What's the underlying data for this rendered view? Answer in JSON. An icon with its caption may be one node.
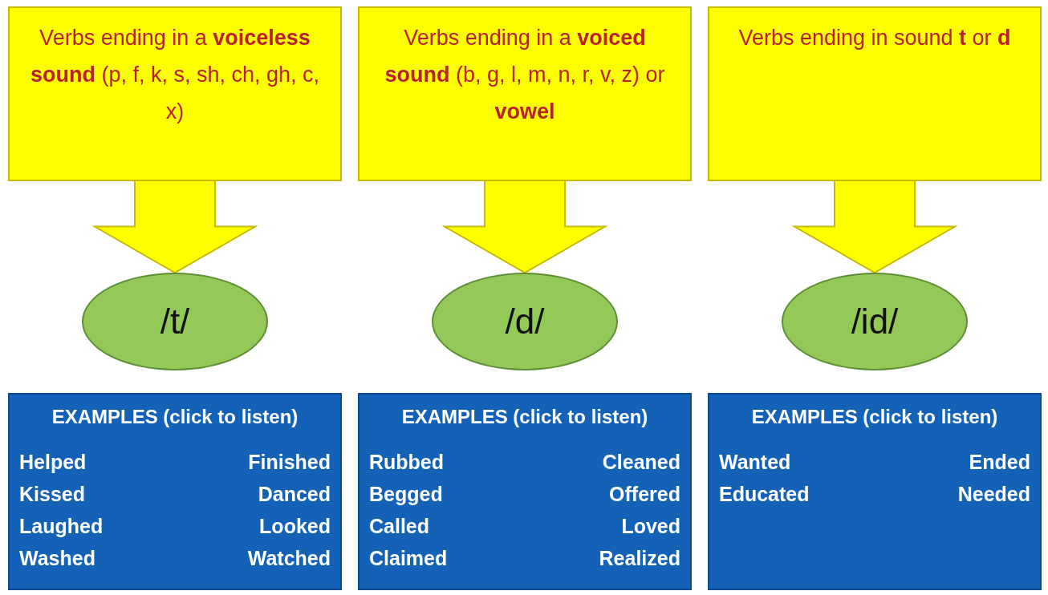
{
  "diagram": {
    "nodes": [
      {
        "text": [
          "Verbs ending in a **voiceless sound** (p, f, k, s, sh, ch, gh, c, x)"
        ]
      },
      {
        "text": [
          "Verbs ending in a **voiced sound** (b, g, l, m, n, r, v, z) or **vowel**"
        ]
      },
      {
        "text": [
          "Verbs ending in sound **t** or **d**"
        ]
      },
      {
        "text": [
          "/t/"
        ]
      },
      {
        "text": [
          "/d/"
        ]
      },
      {
        "text": [
          "/id/"
        ]
      },
      {
        "text": [
          "EXAMPLES (click to listen)",
          "Helped",
          "Finished",
          "Kissed",
          "Danced",
          "Laughed",
          "Looked",
          "Washed",
          "Watched"
        ]
      },
      {
        "text": [
          "EXAMPLES (click to listen)",
          "Rubbed",
          "Cleaned",
          "Begged",
          "Offered",
          "Called",
          "Loved",
          "Claimed",
          "Realized"
        ]
      },
      {
        "text": [
          "EXAMPLES (click to listen)",
          "Wanted",
          "Ended",
          "Educated",
          "Needed"
        ]
      }
    ],
    "edges": [
      {
        "from": 0,
        "to": 3,
        "arrow": "to"
      },
      {
        "from": 1,
        "to": 4,
        "arrow": "to"
      },
      {
        "from": 2,
        "to": 5,
        "arrow": "to"
      }
    ]
  }
}
